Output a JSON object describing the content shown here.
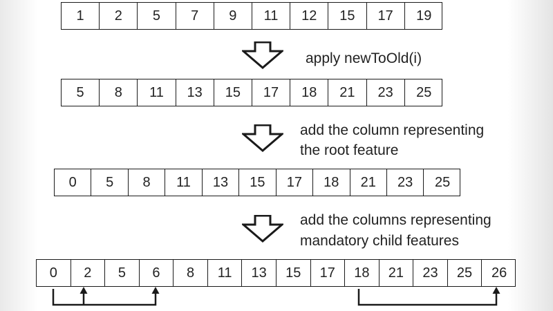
{
  "rows": {
    "row1": [
      "1",
      "2",
      "5",
      "7",
      "9",
      "11",
      "12",
      "15",
      "17",
      "19"
    ],
    "row2": [
      "5",
      "8",
      "11",
      "13",
      "15",
      "17",
      "18",
      "21",
      "23",
      "25"
    ],
    "row3": [
      "0",
      "5",
      "8",
      "11",
      "13",
      "15",
      "17",
      "18",
      "21",
      "23",
      "25"
    ],
    "row4": [
      "0",
      "2",
      "5",
      "6",
      "8",
      "11",
      "13",
      "15",
      "17",
      "18",
      "21",
      "23",
      "25",
      "26"
    ]
  },
  "steps": {
    "step1": "apply newToOld(i)",
    "step2_line1": "add the column representing",
    "step2_line2": "the root feature",
    "step3_line1": "add the columns representing",
    "step3_line2": "mandatory child features"
  }
}
